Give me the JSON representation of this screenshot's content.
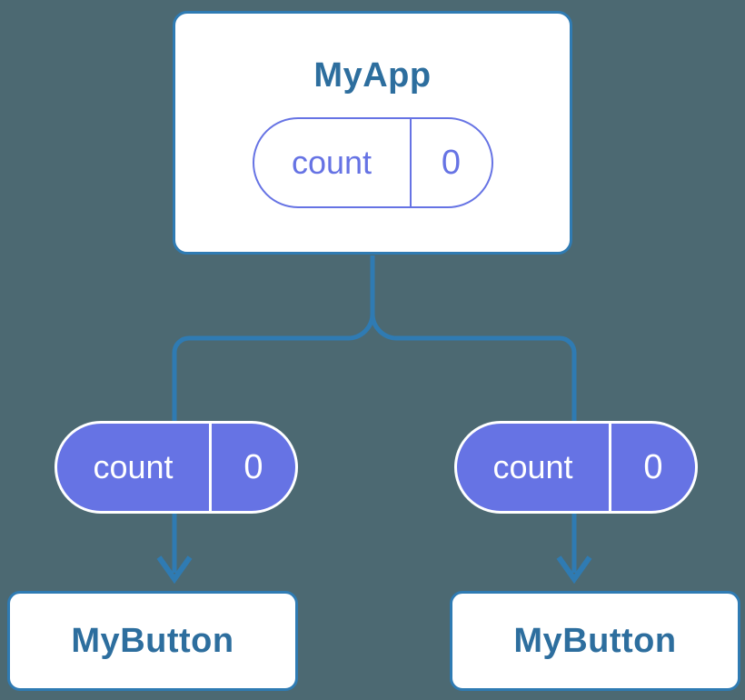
{
  "colors": {
    "bg": "#4C6972",
    "blue": "#2F7BB3",
    "text-blue": "#2D6E9E",
    "purple": "#6673E4"
  },
  "diagram": {
    "parent": {
      "title": "MyApp",
      "state": {
        "name": "count",
        "value": "0"
      }
    },
    "children": [
      {
        "title": "MyButton",
        "prop": {
          "name": "count",
          "value": "0"
        }
      },
      {
        "title": "MyButton",
        "prop": {
          "name": "count",
          "value": "0"
        }
      }
    ]
  }
}
